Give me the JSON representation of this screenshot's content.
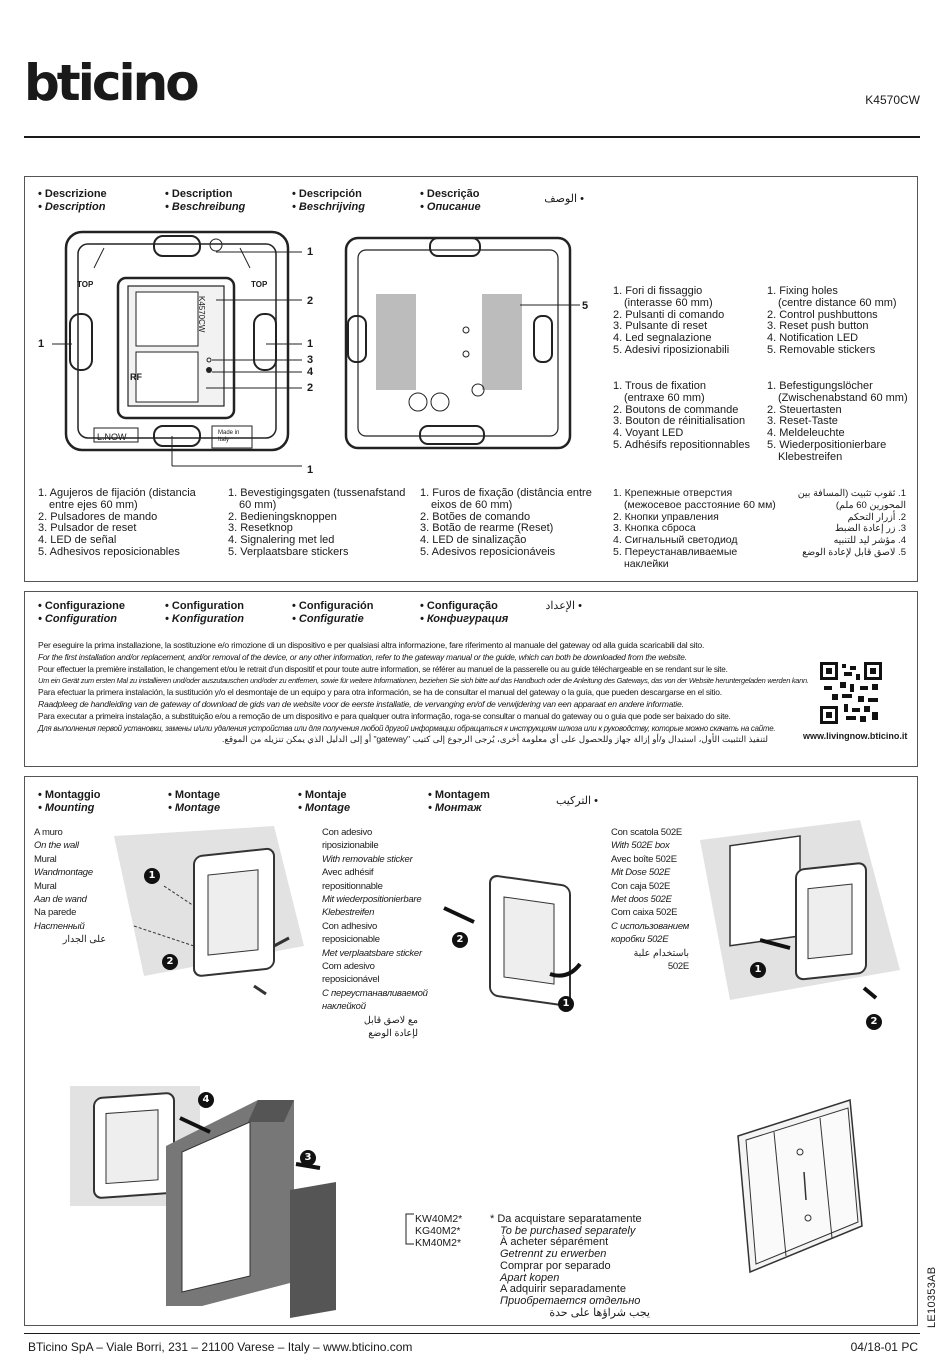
{
  "header": {
    "brand": "bticino",
    "model": "K4570CW"
  },
  "descr": {
    "headings": [
      [
        "• Descrizione",
        "• Description"
      ],
      [
        "• Description",
        "• Beschreibung"
      ],
      [
        "• Descripción",
        "• Beschrijving"
      ],
      [
        "• Descrição",
        "• Описание"
      ],
      [
        "• الوصف",
        ""
      ]
    ],
    "callouts": [
      "1",
      "2",
      "1",
      "3",
      "4",
      "2",
      "1",
      "1",
      "5"
    ],
    "it": [
      "1. Fori di fissaggio",
      "(interasse 60 mm)",
      "2. Pulsanti di comando",
      "3. Pulsante di reset",
      "4. Led segnalazione",
      "5. Adesivi riposizionabili"
    ],
    "en": [
      "1. Fixing holes",
      "(centre distance 60 mm)",
      "2. Control pushbuttons",
      "3. Reset push button",
      "4. Notification LED",
      "5. Removable stickers"
    ],
    "fr": [
      "1. Trous de fixation",
      "(entraxe 60 mm)",
      "2. Boutons de commande",
      "3. Bouton de réinitialisation",
      "4. Voyant LED",
      "5. Adhésifs repositionnables"
    ],
    "de": [
      "1. Befestigungslöcher",
      "(Zwischenabstand 60 mm)",
      "2. Steuertasten",
      "3. Reset-Taste",
      "4. Meldeleuchte",
      "5. Wiederpositionierbare",
      "Klebestreifen"
    ],
    "es": [
      "1. Agujeros de fijación (distancia",
      "entre ejes 60 mm)",
      "2. Pulsadores de mando",
      "3. Pulsador de reset",
      "4. LED de señal",
      "5. Adhesivos reposicionables"
    ],
    "nl": [
      "1. Bevestigingsgaten (tussenafstand",
      "60 mm)",
      "2. Bedieningsknoppen",
      "3. Resetknop",
      "4. Signalering met led",
      "5. Verplaatsbare stickers"
    ],
    "pt": [
      "1. Furos de fixação (distância entre",
      "eixos de 60 mm)",
      "2. Botões de comando",
      "3. Botão de rearme (Reset)",
      "4. LED de sinalização",
      "5. Adesivos reposicionáveis"
    ],
    "ru": [
      "1. Крепежные отверстия",
      "(межосевое расстояние 60 мм)",
      "2. Кнопки управления",
      "3. Кнопка сброса",
      "4. Сигнальный светодиод",
      "5. Переустанавливаемые",
      "наклейки"
    ],
    "ar": [
      "1. ثقوب تثبيت (المسافة بين",
      "المحورين 60 ملم)",
      "2. أزرار التحكم",
      "3. زر إعادة الضبط",
      "4. مؤشر ليد للتنبيه",
      "5. لاصق قابل لإعادة الوضع"
    ],
    "device_labels": {
      "top": "TOP",
      "rf": "RF",
      "lnow": "L.NOW",
      "made": "Made in Italy",
      "model": "K4570CW"
    }
  },
  "config": {
    "headings": [
      [
        "• Configurazione",
        "• Configuration"
      ],
      [
        "• Configuration",
        "• Konfiguration"
      ],
      [
        "• Configuración",
        "• Configuratie"
      ],
      [
        "• Configuração",
        "• Конфигурация"
      ],
      [
        "• الإعداد",
        ""
      ]
    ],
    "lines": [
      "Per eseguire la prima installazione, la sostituzione e/o rimozione di un dispositivo e per qualsiasi altra informazione, fare riferimento al manuale del gateway od alla guida scaricabili dal sito.",
      "For the first installation and/or replacement, and/or removal of the device, or any other information, refer to the gateway manual or the guide, which can both be downloaded from the website.",
      "Pour effectuer la première installation, le changement et/ou le retrait d’un dispositif et pour toute autre information, se référer au manuel de la passerelle ou au guide téléchargeable en se rendant sur le site.",
      "Um ein Gerät zum ersten Mal zu installieren und/oder auszutauschen und/oder zu entfernen, sowie für weitere Informationen, beziehen Sie sich bitte auf das Handbuch oder die Anleitung des Gateways, das von der Website heruntergeladen werden kann.",
      "Para efectuar la primera instalación, la sustitución y/o el desmontaje de un equipo y para otra información, se ha de consultar el manual del gateway o la guía, que pueden descargarse en el sitio.",
      "Raadpleeg de handleiding van de gateway of download de gids van de website voor de eerste installatie, de vervanging en/of de verwijdering van een apparaat en andere informatie.",
      "Para executar a primeira instalação, a substituição e/ou a remoção de um dispositivo e para qualquer outra informação, roga-se consultar o manual do gateway ou o guia que pode ser baixado do site.",
      "Для выполнения первой установки, замены и/или удаления устройства или для получения любой другой информации обращаться к инструкциям шлюза или к руководству, которые можно скачать на сайте.",
      "لتنفيذ التثبيت الأول، استبدال و/أو إزالة جهاز وللحصول على أي معلومة أخرى، يُرجى الرجوع إلى كتيب \"gateway\" أو إلى الدليل الذي يمكن تنزيله من الموقع."
    ],
    "url": "www.livingnow.bticino.it"
  },
  "mount": {
    "headings": [
      [
        "• Montaggio",
        "• Mounting"
      ],
      [
        "• Montage",
        "• Montage"
      ],
      [
        "• Montaje",
        "• Montage"
      ],
      [
        "• Montagem",
        "• Монтаж"
      ],
      [
        "• التركيب",
        ""
      ]
    ],
    "wall": [
      "A muro",
      "On the wall",
      "Mural",
      "Wandmontage",
      "Mural",
      "Aan de wand",
      "Na parede",
      "Настенный",
      "على الجدار"
    ],
    "sticker": [
      "Con adesivo",
      "riposizionabile",
      "With removable sticker",
      "Avec adhésif",
      "repositionnable",
      "Mit wiederpositionierbare",
      "Klebestreifen",
      "Con adhesivo",
      "reposicionable",
      "Met verplaatsbare sticker",
      "Com adesivo",
      "reposicionável",
      "С переустанавливаемой",
      "наклейкой",
      "مع لاصق قابل",
      "لإعادة الوضع"
    ],
    "box502": [
      "Con scatola 502E",
      "With 502E box",
      "Avec boîte 502E",
      "Mit Dose 502E",
      "Con caja 502E",
      "Met doos 502E",
      "Com caixa 502E",
      "С использованием",
      "коробки 502E",
      "باستخدام علبة",
      "502E"
    ],
    "steps": [
      "1",
      "2",
      "2",
      "1",
      "1",
      "2",
      "4",
      "3"
    ],
    "plates": [
      "KW40M2*",
      "KG40M2*",
      "KM40M2*"
    ],
    "purchase": [
      "*  Da acquistare separatamente",
      "To be purchased separately",
      "À acheter séparément",
      "Getrennt zu erwerben",
      "Comprar por separado",
      "Apart kopen",
      "A adquirir separadamente",
      "Приобретается отдельно",
      "يجب شراؤها على حدة"
    ]
  },
  "footer": {
    "address": "BTicino SpA – Viale Borri, 231 – 21100 Varese – Italy – www.bticino.com",
    "date": "04/18-01 PC",
    "doc": "LE10353AB"
  }
}
